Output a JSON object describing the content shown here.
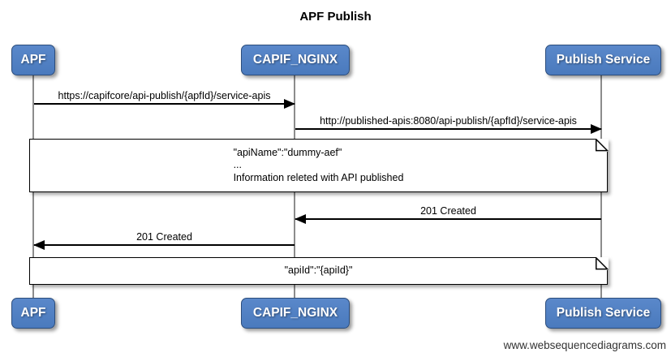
{
  "title": "APF Publish",
  "watermark": "www.websequencediagrams.com",
  "actors": [
    {
      "id": "apf",
      "label": "APF"
    },
    {
      "id": "capif-nginx",
      "label": "CAPIF_NGINX"
    },
    {
      "id": "publish-service",
      "label": "Publish Service"
    }
  ],
  "messages": [
    {
      "from": "APF",
      "to": "CAPIF_NGINX",
      "direction": "right",
      "label": "https://capifcore/api-publish/{apfId}/service-apis"
    },
    {
      "from": "CAPIF_NGINX",
      "to": "Publish Service",
      "direction": "right",
      "label": "http://published-apis:8080/api-publish/{apfId}/service-apis"
    },
    {
      "from": "Publish Service",
      "to": "CAPIF_NGINX",
      "direction": "left",
      "label": "201 Created"
    },
    {
      "from": "CAPIF_NGINX",
      "to": "APF",
      "direction": "left",
      "label": "201 Created"
    }
  ],
  "notes": [
    {
      "over": "all",
      "lines": {
        "0": "\"apiName\":\"dummy-aef\"",
        "1": "...",
        "2": "Information releted with API published"
      }
    },
    {
      "over": "all",
      "lines": {
        "0": "\"apiId\":\"{apiId}\""
      }
    }
  ],
  "colors": {
    "actor_fill": "#4e80c4",
    "actor_border": "#2c4d7c",
    "lifeline": "#8c8c8c",
    "arrow": "#000000",
    "note_fill": "#ffffff"
  }
}
